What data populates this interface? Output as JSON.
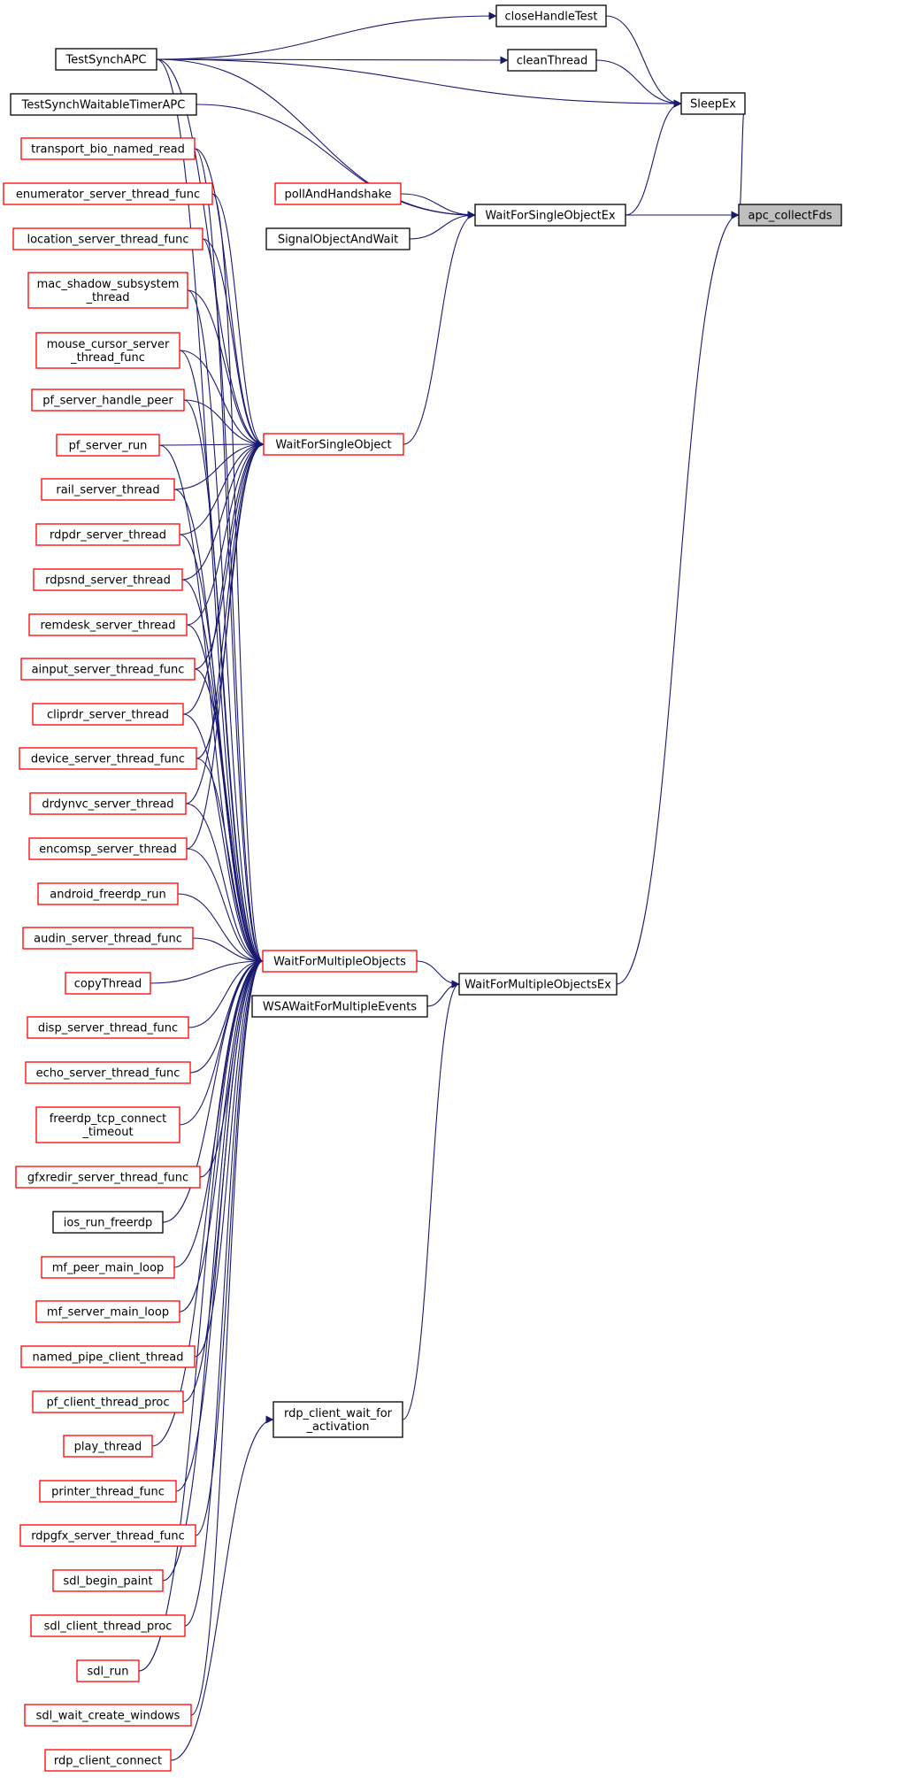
{
  "colors": {
    "edge": "#191970",
    "border_normal": "#000000",
    "border_truncated": "#ff0000",
    "focus_fill": "#bfbfbf",
    "node_fill": "#ffffff"
  },
  "nodes": [
    {
      "id": "apc_collectFds",
      "label": "apc_collectFds",
      "border": "black",
      "focus": true
    },
    {
      "id": "SleepEx",
      "label": "SleepEx",
      "border": "black"
    },
    {
      "id": "closeHandleTest",
      "label": "closeHandleTest",
      "border": "black"
    },
    {
      "id": "cleanThread",
      "label": "cleanThread",
      "border": "black"
    },
    {
      "id": "TestSynchAPC",
      "label": "TestSynchAPC",
      "border": "black"
    },
    {
      "id": "TestSynchWaitableTimerAPC",
      "label": "TestSynchWaitableTimerAPC",
      "border": "black"
    },
    {
      "id": "WaitForSingleObjectEx",
      "label": "WaitForSingleObjectEx",
      "border": "black"
    },
    {
      "id": "pollAndHandshake",
      "label": "pollAndHandshake",
      "border": "red"
    },
    {
      "id": "SignalObjectAndWait",
      "label": "SignalObjectAndWait",
      "border": "black"
    },
    {
      "id": "WaitForSingleObject",
      "label": "WaitForSingleObject",
      "border": "red"
    },
    {
      "id": "transport_bio_named_read",
      "label": "transport_bio_named_read",
      "border": "red"
    },
    {
      "id": "enumerator_server_thread_func",
      "label": "enumerator_server_thread_func",
      "border": "red"
    },
    {
      "id": "location_server_thread_func",
      "label": "location_server_thread_func",
      "border": "red"
    },
    {
      "id": "mac_shadow_subsystem_thread",
      "label": "mac_shadow_subsystem\n_thread",
      "border": "red"
    },
    {
      "id": "mouse_cursor_server_thread_func",
      "label": "mouse_cursor_server\n_thread_func",
      "border": "red"
    },
    {
      "id": "pf_server_handle_peer",
      "label": "pf_server_handle_peer",
      "border": "red"
    },
    {
      "id": "pf_server_run",
      "label": "pf_server_run",
      "border": "red"
    },
    {
      "id": "rail_server_thread",
      "label": "rail_server_thread",
      "border": "red"
    },
    {
      "id": "rdpdr_server_thread",
      "label": "rdpdr_server_thread",
      "border": "red"
    },
    {
      "id": "rdpsnd_server_thread",
      "label": "rdpsnd_server_thread",
      "border": "red"
    },
    {
      "id": "remdesk_server_thread",
      "label": "remdesk_server_thread",
      "border": "red"
    },
    {
      "id": "ainput_server_thread_func",
      "label": "ainput_server_thread_func",
      "border": "red"
    },
    {
      "id": "cliprdr_server_thread",
      "label": "cliprdr_server_thread",
      "border": "red"
    },
    {
      "id": "device_server_thread_func",
      "label": "device_server_thread_func",
      "border": "red"
    },
    {
      "id": "drdynvc_server_thread",
      "label": "drdynvc_server_thread",
      "border": "red"
    },
    {
      "id": "encomsp_server_thread",
      "label": "encomsp_server_thread",
      "border": "red"
    },
    {
      "id": "android_freerdp_run",
      "label": "android_freerdp_run",
      "border": "red"
    },
    {
      "id": "audin_server_thread_func",
      "label": "audin_server_thread_func",
      "border": "red"
    },
    {
      "id": "copyThread",
      "label": "copyThread",
      "border": "red"
    },
    {
      "id": "disp_server_thread_func",
      "label": "disp_server_thread_func",
      "border": "red"
    },
    {
      "id": "echo_server_thread_func",
      "label": "echo_server_thread_func",
      "border": "red"
    },
    {
      "id": "freerdp_tcp_connect_timeout",
      "label": "freerdp_tcp_connect\n_timeout",
      "border": "red"
    },
    {
      "id": "gfxredir_server_thread_func",
      "label": "gfxredir_server_thread_func",
      "border": "red"
    },
    {
      "id": "ios_run_freerdp",
      "label": "ios_run_freerdp",
      "border": "black"
    },
    {
      "id": "mf_peer_main_loop",
      "label": "mf_peer_main_loop",
      "border": "red"
    },
    {
      "id": "mf_server_main_loop",
      "label": "mf_server_main_loop",
      "border": "red"
    },
    {
      "id": "named_pipe_client_thread",
      "label": "named_pipe_client_thread",
      "border": "red"
    },
    {
      "id": "pf_client_thread_proc",
      "label": "pf_client_thread_proc",
      "border": "red"
    },
    {
      "id": "play_thread",
      "label": "play_thread",
      "border": "red"
    },
    {
      "id": "printer_thread_func",
      "label": "printer_thread_func",
      "border": "red"
    },
    {
      "id": "rdpgfx_server_thread_func",
      "label": "rdpgfx_server_thread_func",
      "border": "red"
    },
    {
      "id": "sdl_begin_paint",
      "label": "sdl_begin_paint",
      "border": "red"
    },
    {
      "id": "sdl_client_thread_proc",
      "label": "sdl_client_thread_proc",
      "border": "red"
    },
    {
      "id": "sdl_run",
      "label": "sdl_run",
      "border": "red"
    },
    {
      "id": "sdl_wait_create_windows",
      "label": "sdl_wait_create_windows",
      "border": "red"
    },
    {
      "id": "rdp_client_connect",
      "label": "rdp_client_connect",
      "border": "red"
    },
    {
      "id": "WaitForMultipleObjects",
      "label": "WaitForMultipleObjects",
      "border": "red"
    },
    {
      "id": "WSAWaitForMultipleEvents",
      "label": "WSAWaitForMultipleEvents",
      "border": "black"
    },
    {
      "id": "WaitForMultipleObjectsEx",
      "label": "WaitForMultipleObjectsEx",
      "border": "black"
    },
    {
      "id": "rdp_client_wait_for_activation",
      "label": "rdp_client_wait_for\n_activation",
      "border": "black"
    }
  ],
  "edges": [
    {
      "from": "SleepEx",
      "to": "apc_collectFds"
    },
    {
      "from": "WaitForSingleObjectEx",
      "to": "apc_collectFds"
    },
    {
      "from": "WaitForMultipleObjectsEx",
      "to": "apc_collectFds"
    },
    {
      "from": "closeHandleTest",
      "to": "SleepEx"
    },
    {
      "from": "cleanThread",
      "to": "SleepEx"
    },
    {
      "from": "TestSynchAPC",
      "to": "SleepEx"
    },
    {
      "from": "WaitForSingleObjectEx",
      "to": "SleepEx"
    },
    {
      "from": "TestSynchAPC",
      "to": "closeHandleTest"
    },
    {
      "from": "TestSynchAPC",
      "to": "cleanThread"
    },
    {
      "from": "TestSynchWaitableTimerAPC",
      "to": "WaitForSingleObjectEx"
    },
    {
      "from": "pollAndHandshake",
      "to": "WaitForSingleObjectEx"
    },
    {
      "from": "SignalObjectAndWait",
      "to": "WaitForSingleObjectEx"
    },
    {
      "from": "WaitForSingleObject",
      "to": "WaitForSingleObjectEx"
    },
    {
      "from": "TestSynchAPC",
      "to": "WaitForSingleObjectEx"
    },
    {
      "from": "TestSynchAPC",
      "to": "WaitForSingleObject"
    },
    {
      "from": "transport_bio_named_read",
      "to": "WaitForSingleObject"
    },
    {
      "from": "enumerator_server_thread_func",
      "to": "WaitForSingleObject"
    },
    {
      "from": "location_server_thread_func",
      "to": "WaitForSingleObject"
    },
    {
      "from": "mac_shadow_subsystem_thread",
      "to": "WaitForSingleObject"
    },
    {
      "from": "mouse_cursor_server_thread_func",
      "to": "WaitForSingleObject"
    },
    {
      "from": "pf_server_handle_peer",
      "to": "WaitForSingleObject"
    },
    {
      "from": "pf_server_run",
      "to": "WaitForSingleObject"
    },
    {
      "from": "rail_server_thread",
      "to": "WaitForSingleObject"
    },
    {
      "from": "rdpdr_server_thread",
      "to": "WaitForSingleObject"
    },
    {
      "from": "rdpsnd_server_thread",
      "to": "WaitForSingleObject"
    },
    {
      "from": "remdesk_server_thread",
      "to": "WaitForSingleObject"
    },
    {
      "from": "ainput_server_thread_func",
      "to": "WaitForSingleObject"
    },
    {
      "from": "cliprdr_server_thread",
      "to": "WaitForSingleObject"
    },
    {
      "from": "device_server_thread_func",
      "to": "WaitForSingleObject"
    },
    {
      "from": "drdynvc_server_thread",
      "to": "WaitForSingleObject"
    },
    {
      "from": "encomsp_server_thread",
      "to": "WaitForSingleObject"
    },
    {
      "from": "TestSynchAPC",
      "to": "WaitForMultipleObjects"
    },
    {
      "from": "transport_bio_named_read",
      "to": "WaitForMultipleObjects"
    },
    {
      "from": "enumerator_server_thread_func",
      "to": "WaitForMultipleObjects"
    },
    {
      "from": "location_server_thread_func",
      "to": "WaitForMultipleObjects"
    },
    {
      "from": "mac_shadow_subsystem_thread",
      "to": "WaitForMultipleObjects"
    },
    {
      "from": "mouse_cursor_server_thread_func",
      "to": "WaitForMultipleObjects"
    },
    {
      "from": "pf_server_handle_peer",
      "to": "WaitForMultipleObjects"
    },
    {
      "from": "pf_server_run",
      "to": "WaitForMultipleObjects"
    },
    {
      "from": "rail_server_thread",
      "to": "WaitForMultipleObjects"
    },
    {
      "from": "rdpdr_server_thread",
      "to": "WaitForMultipleObjects"
    },
    {
      "from": "rdpsnd_server_thread",
      "to": "WaitForMultipleObjects"
    },
    {
      "from": "remdesk_server_thread",
      "to": "WaitForMultipleObjects"
    },
    {
      "from": "ainput_server_thread_func",
      "to": "WaitForMultipleObjects"
    },
    {
      "from": "cliprdr_server_thread",
      "to": "WaitForMultipleObjects"
    },
    {
      "from": "device_server_thread_func",
      "to": "WaitForMultipleObjects"
    },
    {
      "from": "drdynvc_server_thread",
      "to": "WaitForMultipleObjects"
    },
    {
      "from": "encomsp_server_thread",
      "to": "WaitForMultipleObjects"
    },
    {
      "from": "android_freerdp_run",
      "to": "WaitForMultipleObjects"
    },
    {
      "from": "audin_server_thread_func",
      "to": "WaitForMultipleObjects"
    },
    {
      "from": "copyThread",
      "to": "WaitForMultipleObjects"
    },
    {
      "from": "disp_server_thread_func",
      "to": "WaitForMultipleObjects"
    },
    {
      "from": "echo_server_thread_func",
      "to": "WaitForMultipleObjects"
    },
    {
      "from": "freerdp_tcp_connect_timeout",
      "to": "WaitForMultipleObjects"
    },
    {
      "from": "gfxredir_server_thread_func",
      "to": "WaitForMultipleObjects"
    },
    {
      "from": "ios_run_freerdp",
      "to": "WaitForMultipleObjects"
    },
    {
      "from": "mf_peer_main_loop",
      "to": "WaitForMultipleObjects"
    },
    {
      "from": "mf_server_main_loop",
      "to": "WaitForMultipleObjects"
    },
    {
      "from": "named_pipe_client_thread",
      "to": "WaitForMultipleObjects"
    },
    {
      "from": "pf_client_thread_proc",
      "to": "WaitForMultipleObjects"
    },
    {
      "from": "play_thread",
      "to": "WaitForMultipleObjects"
    },
    {
      "from": "printer_thread_func",
      "to": "WaitForMultipleObjects"
    },
    {
      "from": "rdpgfx_server_thread_func",
      "to": "WaitForMultipleObjects"
    },
    {
      "from": "sdl_begin_paint",
      "to": "WaitForMultipleObjects"
    },
    {
      "from": "sdl_client_thread_proc",
      "to": "WaitForMultipleObjects"
    },
    {
      "from": "sdl_run",
      "to": "WaitForMultipleObjects"
    },
    {
      "from": "sdl_wait_create_windows",
      "to": "WaitForMultipleObjects"
    },
    {
      "from": "WaitForMultipleObjects",
      "to": "WaitForMultipleObjectsEx"
    },
    {
      "from": "WSAWaitForMultipleEvents",
      "to": "WaitForMultipleObjectsEx"
    },
    {
      "from": "rdp_client_wait_for_activation",
      "to": "WaitForMultipleObjectsEx"
    },
    {
      "from": "rdp_client_connect",
      "to": "rdp_client_wait_for_activation"
    }
  ]
}
